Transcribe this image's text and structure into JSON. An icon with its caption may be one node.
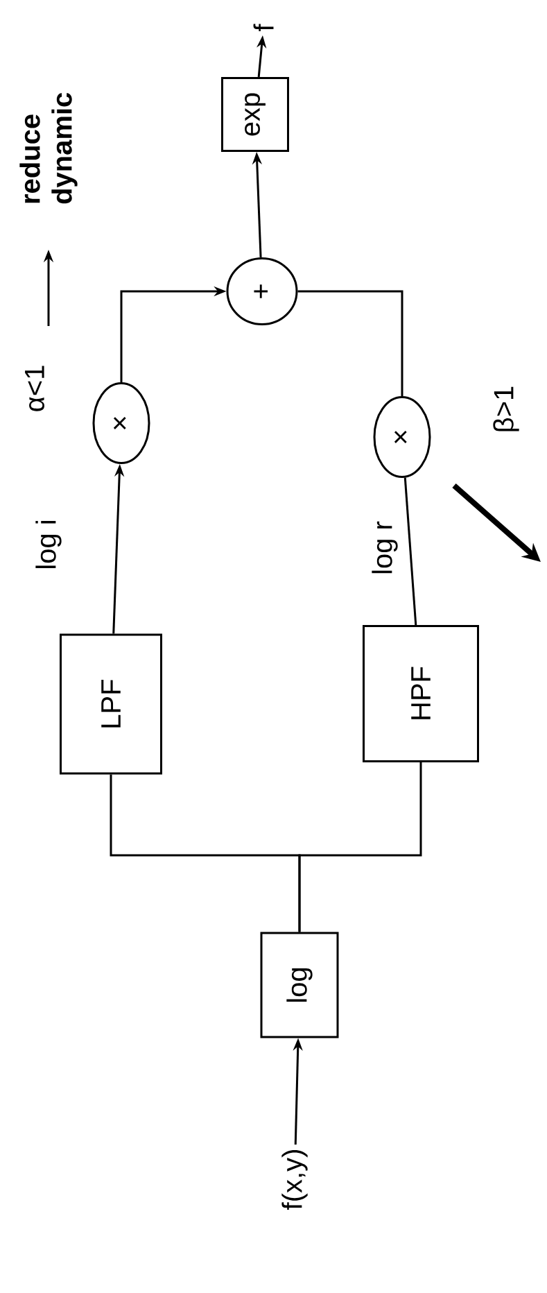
{
  "diagram": {
    "nodes": [
      {
        "text": [
          "f(x,y)"
        ]
      },
      {
        "text": [
          "log"
        ]
      },
      {
        "text": [
          "LPF"
        ]
      },
      {
        "text": [
          "HPF"
        ]
      },
      {
        "text": [
          "×"
        ],
        "beside": [
          "α<1"
        ]
      },
      {
        "text": [
          "×"
        ],
        "beside": [
          "β>1"
        ]
      },
      {
        "text": [
          "+"
        ]
      },
      {
        "text": [
          "exp"
        ]
      },
      {
        "text": [
          "f"
        ]
      }
    ],
    "edges": [
      {
        "from": 0,
        "to": 1,
        "arrow": "to"
      },
      {
        "from": 1,
        "to": 2,
        "arrow": "none"
      },
      {
        "from": 1,
        "to": 3,
        "arrow": "none"
      },
      {
        "from": 2,
        "to": 4,
        "arrow": "to",
        "label": "log i"
      },
      {
        "from": 3,
        "to": 5,
        "arrow": "none",
        "label": "log r"
      },
      {
        "from": 4,
        "to": 6,
        "arrow": "to"
      },
      {
        "from": 5,
        "to": 6,
        "arrow": "none"
      },
      {
        "from": 6,
        "to": 7,
        "arrow": "to"
      },
      {
        "from": 7,
        "to": 8,
        "arrow": "to"
      }
    ],
    "labels": [
      "reduce dynamic"
    ]
  }
}
